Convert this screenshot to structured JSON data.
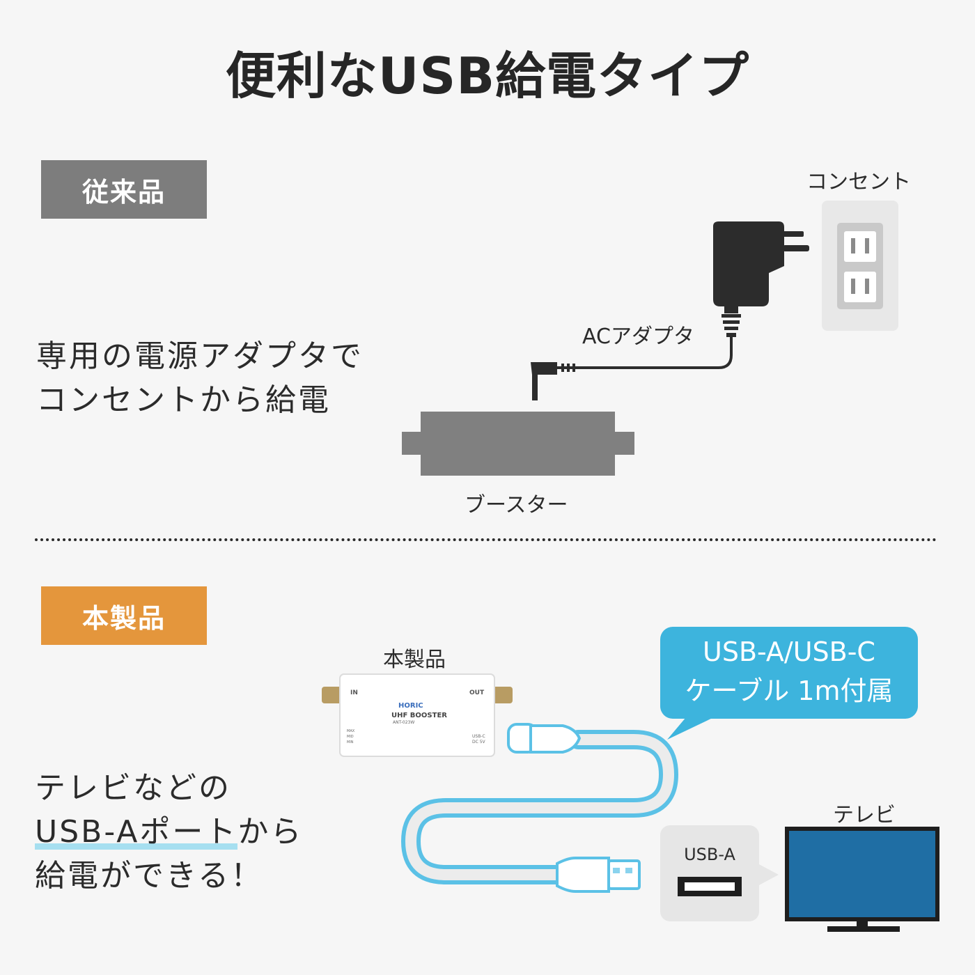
{
  "title": "便利なUSB給電タイプ",
  "conventional": {
    "tag": "従来品",
    "description": [
      "専用の電源アダプタで",
      "コンセントから給電"
    ],
    "outlet_label": "コンセント",
    "adapter_label": "ACアダプタ",
    "booster_label": "ブースター"
  },
  "product": {
    "tag": "本製品",
    "description_1": "テレビなどの",
    "description_2_highlight": "USB-Aポート",
    "description_2_rest": "から",
    "description_3": "給電ができる！",
    "product_label": "本製品",
    "bubble": [
      "USB-A/USB-C",
      "ケーブル 1m付属"
    ],
    "usb_port_label": "USB-A",
    "tv_label": "テレビ",
    "device_text": {
      "in": "IN",
      "out": "OUT",
      "brand": "HORIC",
      "model": "UHF BOOSTER",
      "code": "ANT-023W",
      "usb_c": "USB-C",
      "dc": "DC 5V",
      "max": "MAX",
      "mid": "MID",
      "min": "MIN"
    }
  },
  "colors": {
    "tag_gray": "#7d7d7d",
    "tag_orange": "#e4963c",
    "bubble_blue": "#3db4dd",
    "cable_blue": "#5bc1e6",
    "tv_screen": "#1f6ea4",
    "highlight": "#a6dff0"
  }
}
